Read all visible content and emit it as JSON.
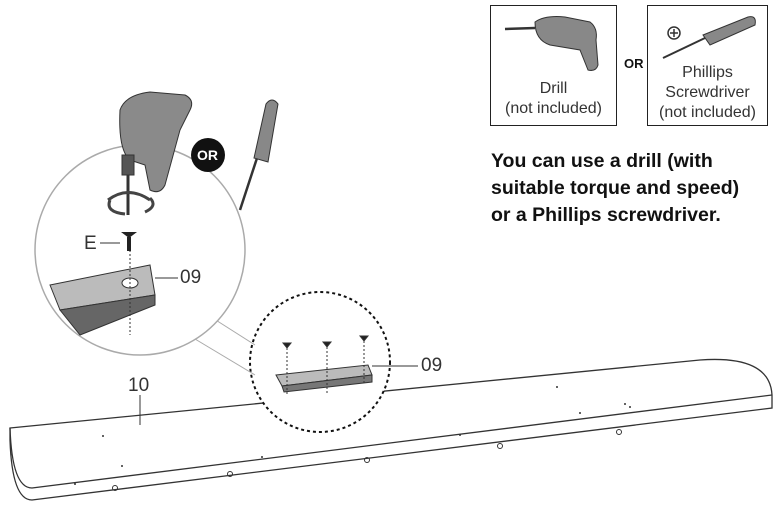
{
  "tools": {
    "drill": {
      "name": "Drill",
      "note": "(not included)"
    },
    "or_label": "OR",
    "screwdriver": {
      "name_line1": "Phillips",
      "name_line2": "Screwdriver",
      "note": "(not included)"
    }
  },
  "instruction": {
    "line1": "You can use a drill (with",
    "line2": "suitable torque and speed)",
    "line3": "or a Phillips screwdriver."
  },
  "diagram": {
    "or_badge": "OR",
    "screw_label": "E",
    "bracket_label_detail": "09",
    "bracket_label_main": "09",
    "board_label": "10"
  },
  "colors": {
    "line": "#333333",
    "tool": "#777777",
    "badge": "#111111"
  }
}
